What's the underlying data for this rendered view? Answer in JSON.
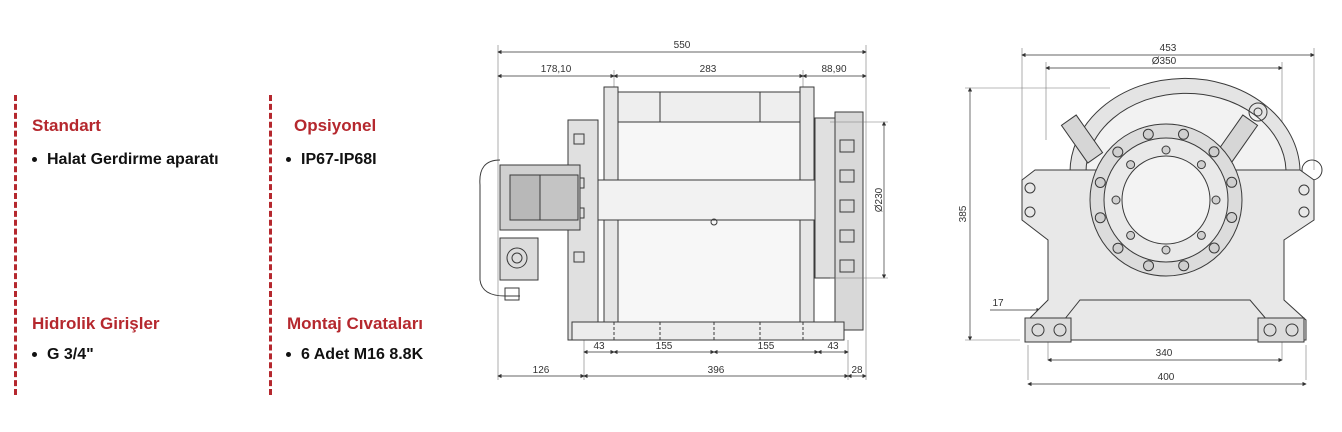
{
  "specs": {
    "standard": {
      "title": "Standart",
      "item": "Halat Gerdirme aparatı"
    },
    "optional": {
      "title": "Opsiyonel",
      "item": "IP67-IP68I"
    },
    "hydraulic": {
      "title": "Hidrolik Girişler",
      "item": "G 3/4\""
    },
    "mounting": {
      "title": "Montaj Cıvataları",
      "item": "6 Adet M16 8.8K"
    }
  },
  "side_view": {
    "dims": {
      "overall": "550",
      "left": "178,10",
      "drum": "283",
      "right": "88,90",
      "dia": "Ø230",
      "foot1": "43",
      "foot2": "155",
      "foot3": "155",
      "foot4": "43",
      "base_left": "126",
      "base_mid": "396",
      "base_right": "28"
    }
  },
  "front_view": {
    "dims": {
      "width": "453",
      "dia": "Ø350",
      "height": "385",
      "edge": "17",
      "holes": "340",
      "base": "400"
    }
  },
  "colors": {
    "accent": "#b5282e",
    "line": "#3a3a3a",
    "fill": "#d8d8d8"
  }
}
